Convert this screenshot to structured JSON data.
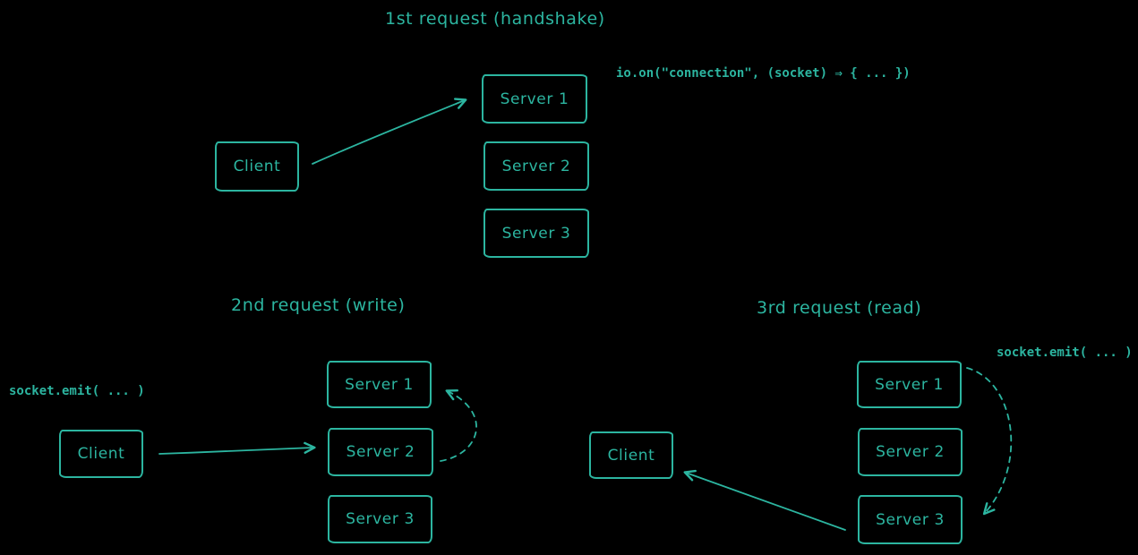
{
  "colors": {
    "background": "#000000",
    "stroke": "#2cb5a0"
  },
  "sections": {
    "first": {
      "title": "1st request (handshake)",
      "code": "io.on(\"connection\", (socket) ⇒ { ... })",
      "client": "Client",
      "servers": [
        "Server 1",
        "Server 2",
        "Server 3"
      ]
    },
    "second": {
      "title": "2nd request (write)",
      "code": "socket.emit( ... )",
      "client": "Client",
      "servers": [
        "Server 1",
        "Server 2",
        "Server 3"
      ]
    },
    "third": {
      "title": "3rd request (read)",
      "code": "socket.emit( ... )",
      "client": "Client",
      "servers": [
        "Server 1",
        "Server 2",
        "Server 3"
      ]
    }
  }
}
